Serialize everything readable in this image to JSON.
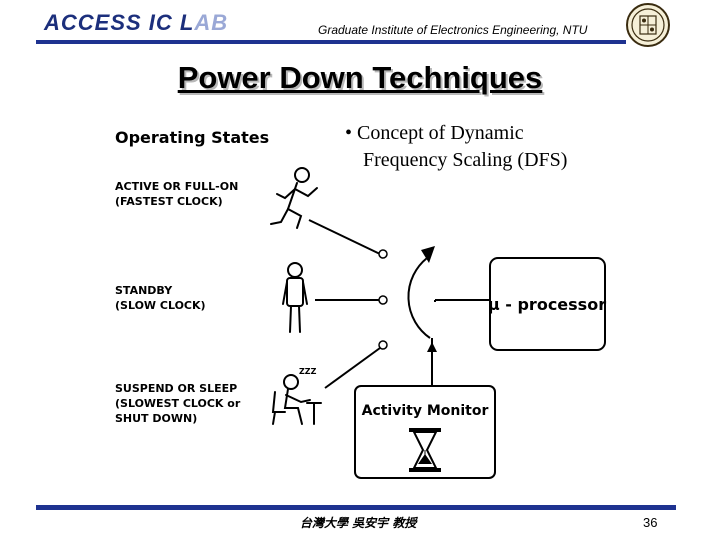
{
  "header": {
    "logo_main": "ACCESS IC L",
    "logo_faded": "AB",
    "institute": "Graduate Institute of Electronics Engineering, NTU"
  },
  "slide": {
    "title": "Power Down Techniques",
    "bullet_line1": "• Concept of Dynamic",
    "bullet_line2": "Frequency Scaling (DFS)"
  },
  "diagram": {
    "heading": "Operating States",
    "states": [
      {
        "line1": "ACTIVE OR FULL-ON",
        "line2": "(FASTEST CLOCK)",
        "line3": ""
      },
      {
        "line1": "STANDBY",
        "line2": "(SLOW CLOCK)",
        "line3": ""
      },
      {
        "line1": "SUSPEND OR SLEEP",
        "line2": "(SLOWEST CLOCK or",
        "line3": "SHUT DOWN)"
      }
    ],
    "sleep_mark": "ZZZ",
    "processor_label": "µ - processor",
    "monitor_label": "Activity Monitor"
  },
  "footer": {
    "center": "台灣大學 吳安宇 教授",
    "page": "36"
  }
}
